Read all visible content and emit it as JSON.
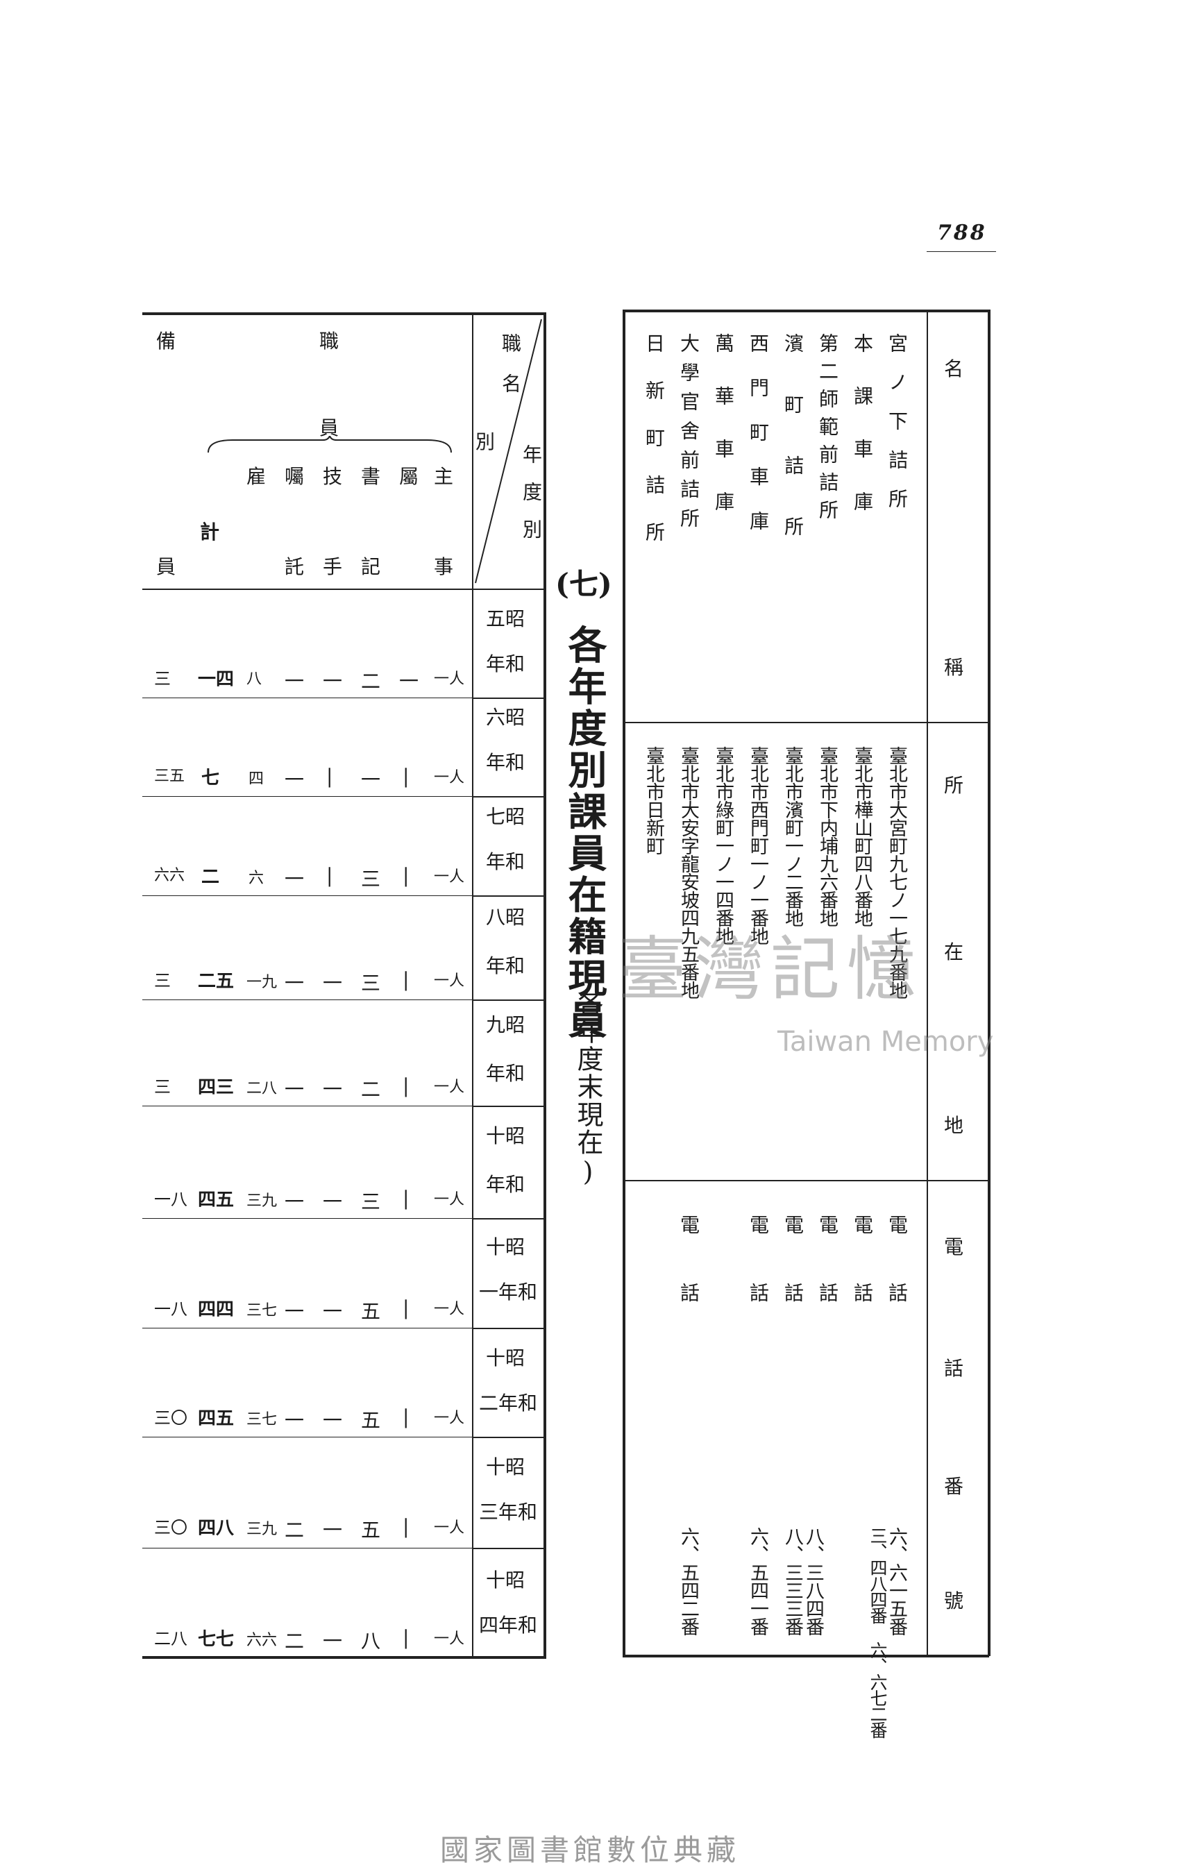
{
  "page": {
    "number": "788",
    "title_number": "(七)",
    "title": "各年度別課員在籍現員",
    "subtitle": "(各年度末現在)",
    "footer": "國家圖書館數位典藏",
    "watermark": "臺灣記憶",
    "watermark_en": "Taiwan Memory"
  },
  "left_table": {
    "corner_top": "職名",
    "corner_left": "別",
    "corner_right": "年度別",
    "header_group": "職",
    "header_group2": "員",
    "header_remarks": "備",
    "header_remarks2": "員",
    "header_total": "計",
    "columns": [
      {
        "key": "shuji",
        "top": "主",
        "bottom": "事"
      },
      {
        "key": "zoku",
        "top": "屬",
        "bottom": ""
      },
      {
        "key": "shoki",
        "top": "書",
        "bottom": "記"
      },
      {
        "key": "gishu",
        "top": "技",
        "bottom": "手"
      },
      {
        "key": "shokutaku",
        "top": "囑",
        "bottom": "託"
      },
      {
        "key": "koin",
        "top": "雇",
        "bottom": ""
      }
    ],
    "rows": [
      {
        "year_a": "五昭",
        "year_b": "年和",
        "values": [
          "一人",
          "一",
          "二",
          "一",
          "一",
          "八"
        ],
        "total": "一四",
        "remarks": "三"
      },
      {
        "year_a": "六昭",
        "year_b": "年和",
        "values": [
          "一人",
          "|",
          "一",
          "|",
          "一",
          "四"
        ],
        "total": "七",
        "remarks": "三五"
      },
      {
        "year_a": "七昭",
        "year_b": "年和",
        "values": [
          "一人",
          "|",
          "三",
          "|",
          "一",
          "六"
        ],
        "total": "二",
        "remarks": "六六"
      },
      {
        "year_a": "八昭",
        "year_b": "年和",
        "values": [
          "一人",
          "|",
          "三",
          "一",
          "一",
          "一九"
        ],
        "total": "二五",
        "remarks": "三"
      },
      {
        "year_a": "九昭",
        "year_b": "年和",
        "values": [
          "一人",
          "|",
          "二",
          "一",
          "一",
          "二八"
        ],
        "total": "四三",
        "remarks": "三"
      },
      {
        "year_a": "十昭",
        "year_b": "年和",
        "values": [
          "一人",
          "|",
          "三",
          "一",
          "一",
          "三九"
        ],
        "total": "四五",
        "remarks": "一八"
      },
      {
        "year_a": "十昭",
        "year_b": "一年和",
        "values": [
          "一人",
          "|",
          "五",
          "一",
          "一",
          "三七"
        ],
        "total": "四四",
        "remarks": "一八"
      },
      {
        "year_a": "十昭",
        "year_b": "二年和",
        "values": [
          "一人",
          "|",
          "五",
          "一",
          "一",
          "三七"
        ],
        "total": "四五",
        "remarks": "三〇"
      },
      {
        "year_a": "十昭",
        "year_b": "三年和",
        "values": [
          "一人",
          "|",
          "五",
          "一",
          "二",
          "三九"
        ],
        "total": "四八",
        "remarks": "三〇"
      },
      {
        "year_a": "十昭",
        "year_b": "四年和",
        "values": [
          "一人",
          "|",
          "八",
          "一",
          "二",
          "六六"
        ],
        "total": "七七",
        "remarks": "二八"
      }
    ]
  },
  "right_table": {
    "header_name": [
      "名",
      "稱"
    ],
    "header_address": [
      "所",
      "在",
      "地"
    ],
    "header_phone": [
      "電",
      "話",
      "番",
      "號"
    ],
    "rows": [
      {
        "name": "宮ノ下詰所",
        "address": "臺北市大宮町九七ノ一七九番地",
        "phone_label": "電話",
        "phone": "六、六一五番"
      },
      {
        "name": "本課車庫",
        "address": "臺北市樺山町四八番地",
        "phone_label": "電話",
        "phone": "三、四八四番 六、六七二番"
      },
      {
        "name": "第二師範前詰所",
        "address": "臺北市下内埔九六番地",
        "phone_label": "電話",
        "phone": "八、三八四番"
      },
      {
        "name": "濱町詰所",
        "address": "臺北市濱町一ノ二番地",
        "phone_label": "電話",
        "phone": "八、三三三番"
      },
      {
        "name": "西門町車庫",
        "address": "臺北市西門町一ノ一番地",
        "phone_label": "電話",
        "phone": "六、五四一番"
      },
      {
        "name": "萬華車庫",
        "address": "臺北市綠町一ノ一四番地",
        "phone_label": "",
        "phone": ""
      },
      {
        "name": "大學官舍前詰所",
        "address": "臺北市大安字龍安坡四九五番地",
        "phone_label": "電話",
        "phone": "六、五四二番"
      },
      {
        "name": "日新町詰所",
        "address": "臺北市日新町",
        "phone_label": "",
        "phone": ""
      }
    ]
  }
}
